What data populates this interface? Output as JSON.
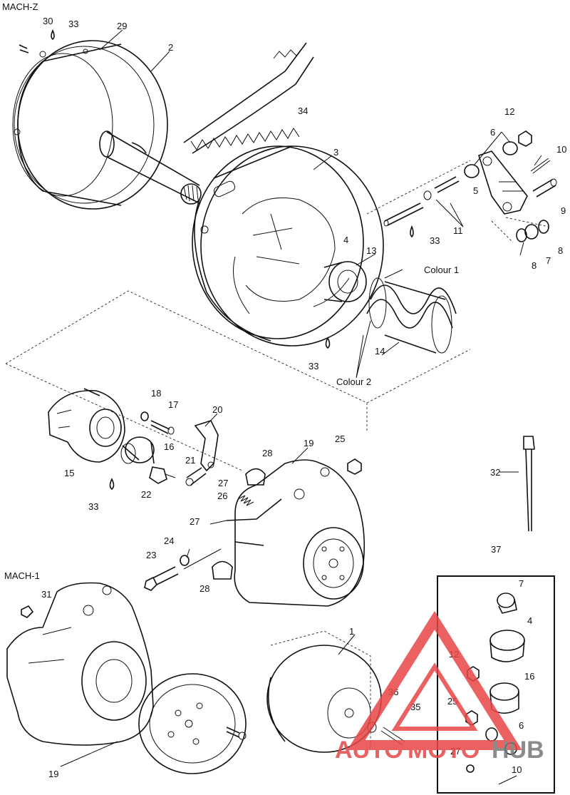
{
  "sections": {
    "mach_z": "MACH-Z",
    "mach_1": "MACH-1"
  },
  "colour_labels": {
    "colour1": "Colour 1",
    "colour2": "Colour 2"
  },
  "callouts": {
    "c1": "1",
    "c2": "2",
    "c3": "3",
    "c4": "4",
    "c5": "5",
    "c6": "6",
    "c7": "7",
    "c8a": "8",
    "c8b": "8",
    "c9": "9",
    "c10": "10",
    "c11": "11",
    "c12": "12",
    "c13": "13",
    "c14": "14",
    "c15": "15",
    "c16": "16",
    "c17": "17",
    "c18": "18",
    "c19a": "19",
    "c19b": "19",
    "c20": "20",
    "c21": "21",
    "c22": "22",
    "c23": "23",
    "c24": "24",
    "c25": "25",
    "c26": "26",
    "c27a": "27",
    "c27b": "27",
    "c28a": "28",
    "c28b": "28",
    "c29": "29",
    "c30": "30",
    "c31": "31",
    "c32": "32",
    "c33a": "33",
    "c33b": "33",
    "c33c": "33",
    "c33d": "33",
    "c34": "34",
    "c35": "35",
    "c36": "36",
    "c37": "37"
  },
  "kit_callouts": {
    "k7": "7",
    "k4": "4",
    "k12": "12",
    "k16": "16",
    "k25": "25",
    "k6": "6",
    "k27": "27",
    "k10": "10"
  },
  "watermark": {
    "part1": "AUTO",
    "part2": "MOTO",
    "part3": "HUB",
    "color": "#e84545"
  }
}
